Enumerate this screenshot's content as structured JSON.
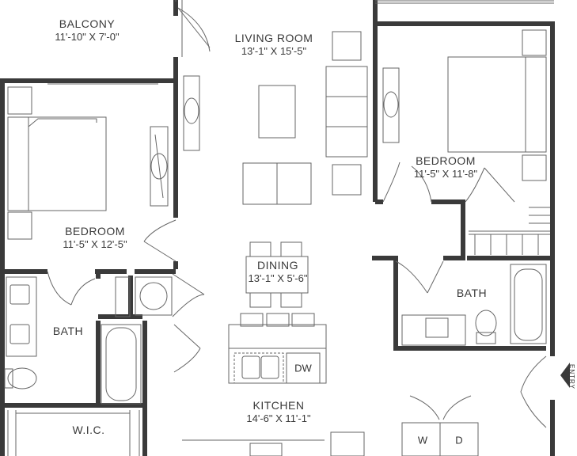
{
  "rooms": {
    "balcony": {
      "name": "BALCONY",
      "dims": "11'-10\" X 7'-0\""
    },
    "living_room": {
      "name": "LIVING ROOM",
      "dims": "13'-1\" X 15'-5\""
    },
    "bedroom_left": {
      "name": "BEDROOM",
      "dims": "11'-5\" X 12'-5\""
    },
    "bedroom_right": {
      "name": "BEDROOM",
      "dims": "11'-5\" X 11'-8\""
    },
    "dining": {
      "name": "DINING",
      "dims": "13'-1\" X 5'-6\""
    },
    "bath_left": {
      "name": "BATH"
    },
    "bath_right": {
      "name": "BATH"
    },
    "wic": {
      "name": "W.I.C."
    },
    "kitchen": {
      "name": "KITCHEN",
      "dims": "14'-6\" X 11'-1\""
    }
  },
  "appliances": {
    "dishwasher": "DW",
    "washer": "W",
    "dryer": "D"
  },
  "entry": {
    "label": "ENTRY"
  },
  "colors": {
    "wall": "#3a3a3a",
    "fixture": "#666666",
    "fill": "#ffffff"
  }
}
